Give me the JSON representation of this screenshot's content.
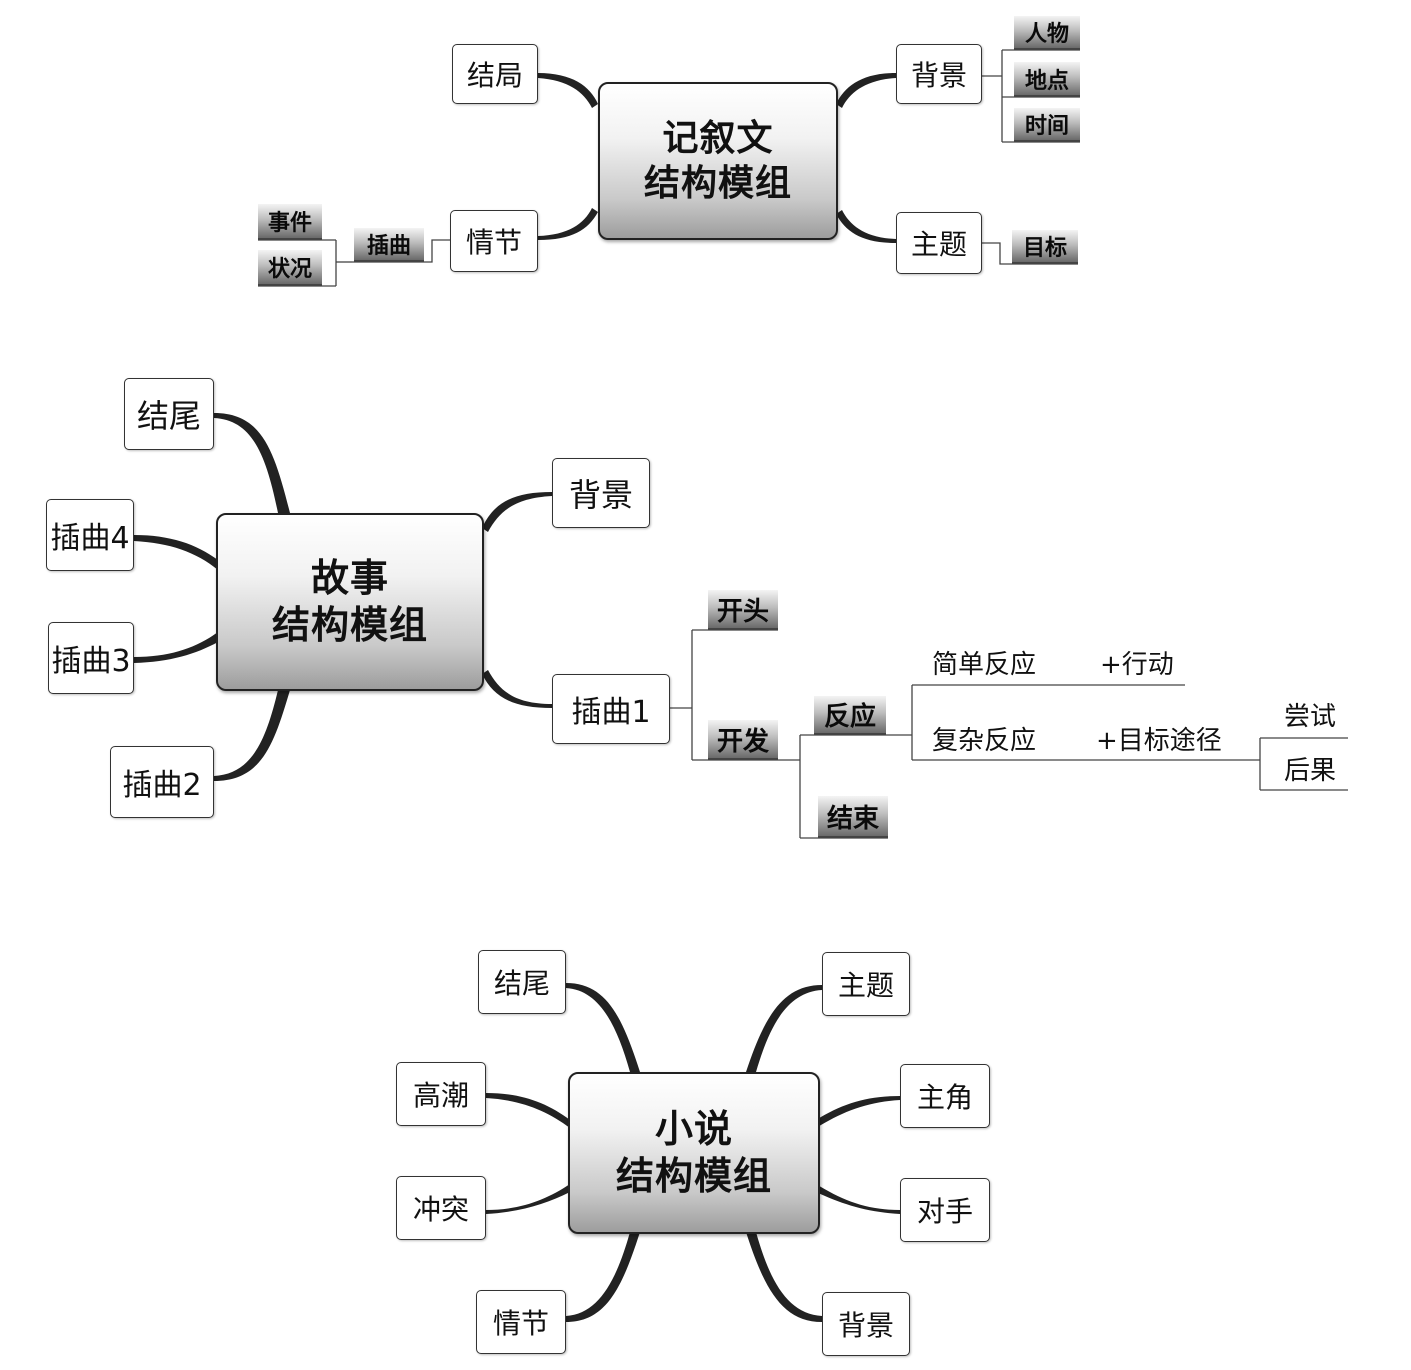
{
  "map1": {
    "central": [
      "记叙文",
      "结构模组"
    ],
    "ending": "结局",
    "background": "背景",
    "bg_items": [
      "人物",
      "地点",
      "时间"
    ],
    "plot": "情节",
    "episode": "插曲",
    "episode_items": [
      "事件",
      "状况"
    ],
    "theme": "主题",
    "goal": "目标"
  },
  "map2": {
    "central": [
      "故事",
      "结构模组"
    ],
    "ending": "结尾",
    "episode4": "插曲4",
    "episode3": "插曲3",
    "episode2": "插曲2",
    "background": "背景",
    "episode1": "插曲1",
    "start": "开头",
    "develop": "开发",
    "reaction": "反应",
    "finish": "结束",
    "simple_reaction": "简单反应",
    "action": "+行动",
    "complex_reaction": "复杂反应",
    "goal_path": "+目标途径",
    "attempt": "尝试",
    "consequence": "后果"
  },
  "map3": {
    "central": [
      "小说",
      "结构模组"
    ],
    "ending": "结尾",
    "climax": "高潮",
    "conflict": "冲突",
    "plot": "情节",
    "theme": "主题",
    "protagonist": "主角",
    "opponent": "对手",
    "background": "背景"
  }
}
